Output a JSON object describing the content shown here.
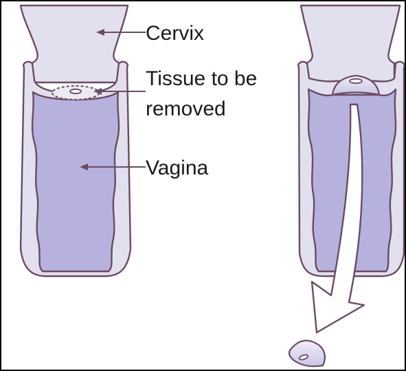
{
  "labels": {
    "cervix": "Cervix",
    "tissue_line1": "Tissue to be",
    "tissue_line2": "removed",
    "vagina": "Vagina"
  },
  "colors": {
    "cervix_fill": "#e2e0ef",
    "vagina_fill": "#b7b2dd",
    "outline": "#6b4a63",
    "leader": "#6b4a63",
    "tissue_fill": "#ddd9ec",
    "arrow_fill": "#ffffff"
  }
}
